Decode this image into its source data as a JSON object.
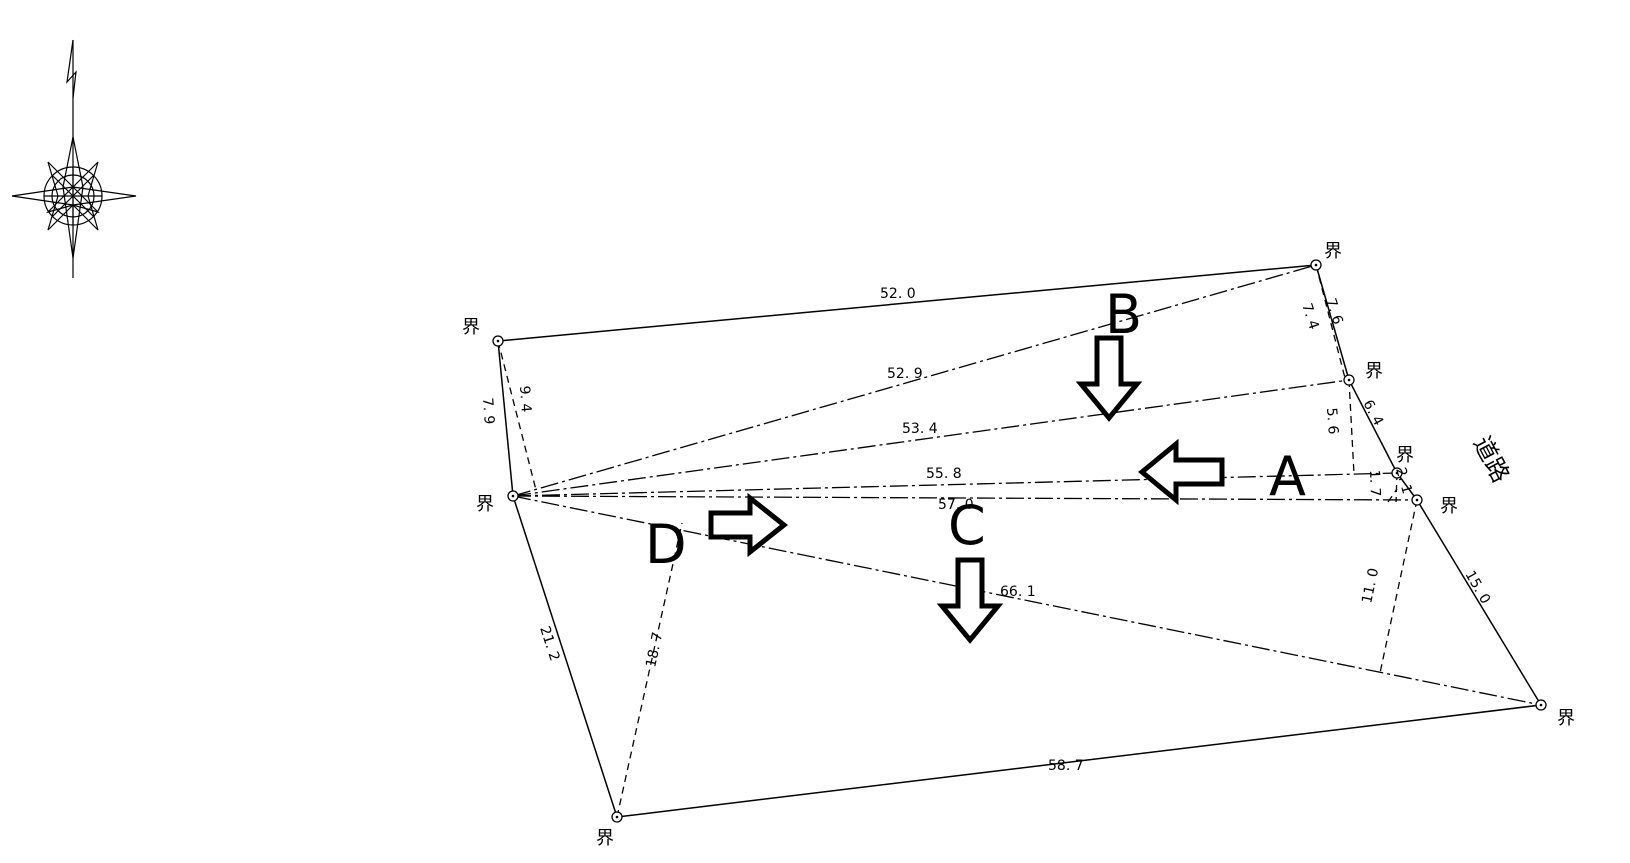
{
  "diagram": {
    "boundary_mark": "界",
    "road_label": "道路",
    "region_labels": [
      "A",
      "B",
      "C",
      "D"
    ],
    "measurements": [
      "52. 0",
      "52. 9",
      "53. 4",
      "55. 8",
      "57. 0",
      "66. 1",
      "58. 7",
      "7. 9",
      "9. 4",
      "21. 2",
      "18. 7",
      "7. 6",
      "7. 4",
      "5. 6",
      "6. 4",
      "1. 7",
      "2. 1",
      "11. 0",
      "15. 0"
    ],
    "compass_icon": "north-compass-icon",
    "arrow_icon": "hollow-arrow-icon",
    "line_color": "#000000",
    "background_color": "#ffffff"
  }
}
